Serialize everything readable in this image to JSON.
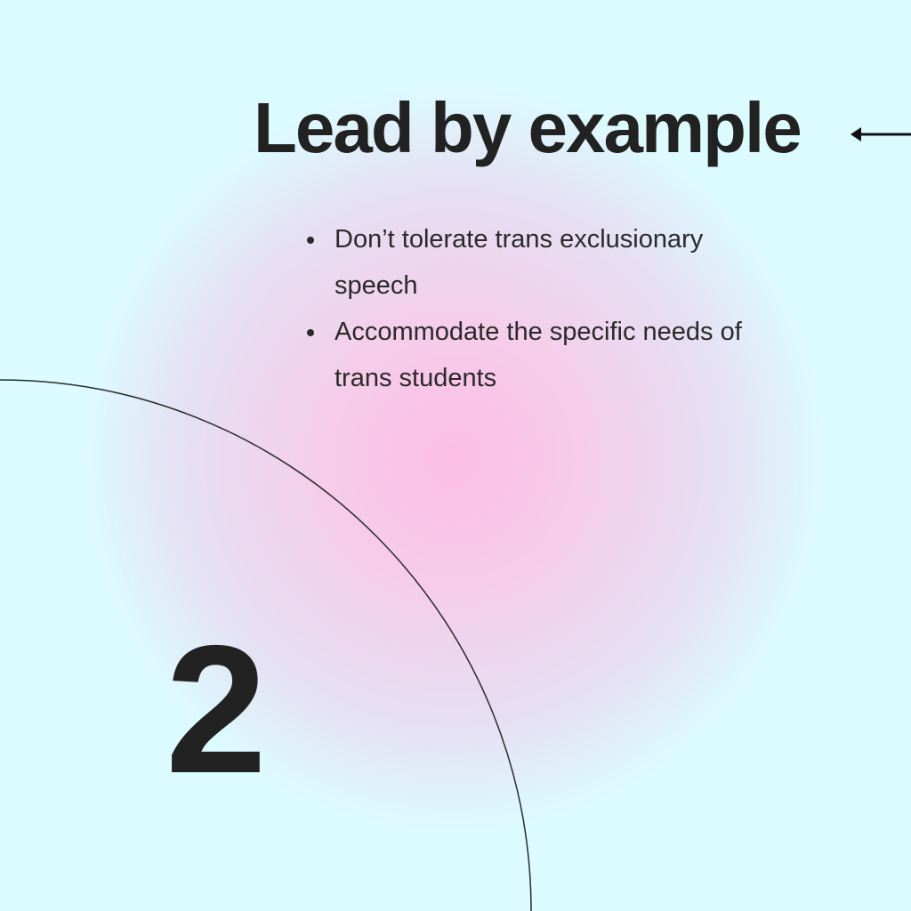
{
  "slide": {
    "title": "Lead by example",
    "bullets": [
      "Don’t tolerate trans exclusionary speech",
      "Accommodate the specific needs of trans students"
    ],
    "number": "2",
    "icons": {
      "arrow": "arrow-left-icon"
    },
    "colors": {
      "background": "#dcfbff",
      "glow": "#fdbde6",
      "text": "#222222"
    }
  }
}
